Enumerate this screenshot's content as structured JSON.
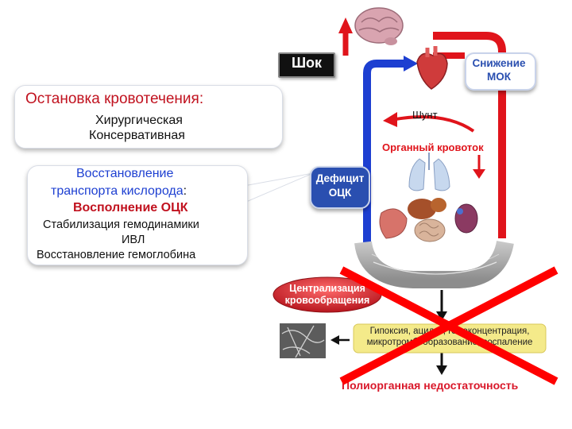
{
  "shock": {
    "label": "Шок"
  },
  "callout1": {
    "title": "Остановка кровотечения:",
    "line1": "Хирургическая",
    "line2": "Консервативная"
  },
  "callout2": {
    "title_line1": "Восстановление",
    "title_line2": "транспорта кислорода",
    "title_line2_colon": ":",
    "subtitle": "Восполнение ОЦК",
    "item1": "Стабилизация гемодинамики",
    "item2": "ИВЛ",
    "item3": "Восстановление гемоглобина"
  },
  "badges": {
    "mok_line1": "Снижение",
    "mok_line2": "МОК",
    "ock_line1": "Дефицит",
    "ock_line2": "ОЦК"
  },
  "labels": {
    "shunt": "Шунт",
    "organ_flow": "Органный кровоток",
    "central_line1": "Централизация",
    "central_line2": "кровообращения",
    "hypoxia_line1": "Гипоксия, ацидоз, гемоконцентрация,",
    "hypoxia_line2": "микротромбообразование, воспаление",
    "mod": "Полиорганная недостаточность"
  },
  "colors": {
    "red": "#e0141b",
    "blue": "#1d3fd1",
    "badge_blue": "#2a4fb0",
    "title_red": "#c1121f",
    "yellow": "#f4ea8a",
    "mod_red": "#d9182a"
  }
}
